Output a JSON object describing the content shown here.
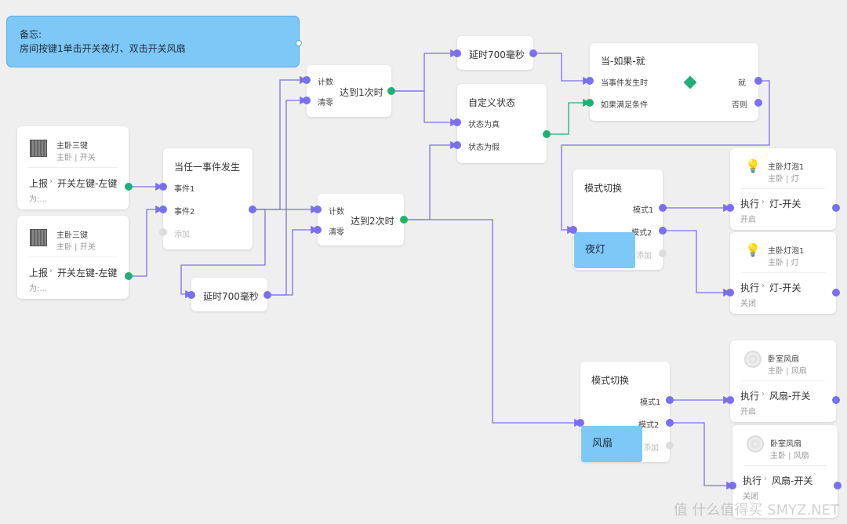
{
  "memo": {
    "heading": "备忘:",
    "body": "房间按键1单击开关夜灯、双击开关风扇"
  },
  "switch1": {
    "name": "主卧三键",
    "loc": "主卧 | 开关",
    "action": "上报",
    "target": "开关左键-左键",
    "extra": "为:..."
  },
  "switch2": {
    "name": "主卧三键",
    "loc": "主卧 | 开关",
    "action": "上报",
    "target": "开关左键-左键",
    "extra": "为:..."
  },
  "anyEvent": {
    "title": "当任一事件发生",
    "in1": "事件1",
    "in2": "事件2",
    "add": "添加"
  },
  "delay1": {
    "title": "延时700毫秒"
  },
  "count1": {
    "in1": "计数",
    "in2": "清零",
    "title": "达到1次时"
  },
  "count2": {
    "in1": "计数",
    "in2": "清零",
    "title": "达到2次时"
  },
  "delay2": {
    "title": "延时700毫秒"
  },
  "custom": {
    "title": "自定义状态",
    "in1": "状态为真",
    "in2": "状态为假"
  },
  "ifThen": {
    "title": "当-如果-就",
    "in1": "当事件发生时",
    "in2": "如果满足条件",
    "out1": "就",
    "out2": "否则"
  },
  "mode1": {
    "title": "模式切换",
    "out1": "模式1",
    "out2": "模式2",
    "add": "添加",
    "label": "夜灯"
  },
  "mode2": {
    "title": "模式切换",
    "out1": "模式1",
    "out2": "模式2",
    "add": "添加",
    "label": "风扇"
  },
  "bulb1": {
    "name": "主卧灯泡1",
    "loc": "主卧 | 灯",
    "action": "执行",
    "target": "灯-开关",
    "state": "开启"
  },
  "bulb2": {
    "name": "主卧灯泡1",
    "loc": "主卧 | 灯",
    "action": "执行",
    "target": "灯-开关",
    "state": "关闭"
  },
  "fan1": {
    "name": "卧室风扇",
    "loc": "主卧 | 风扇",
    "action": "执行",
    "target": "风扇-开关",
    "state": "开启"
  },
  "fan2": {
    "name": "卧室风扇",
    "loc": "主卧 | 风扇",
    "action": "执行",
    "target": "风扇-开关",
    "state": "关闭"
  },
  "icons": {
    "switch": "switch-device-icon",
    "bulb": "bulb-icon",
    "fan": "fan-icon",
    "chevron": "chevron-right-icon"
  },
  "colors": {
    "wire": "#7b6ff0",
    "condition": "#1fb07a",
    "memo": "#7ec8f7",
    "canvas": "#efefef"
  },
  "watermark": "值 什么值得买 SMYZ.NET"
}
